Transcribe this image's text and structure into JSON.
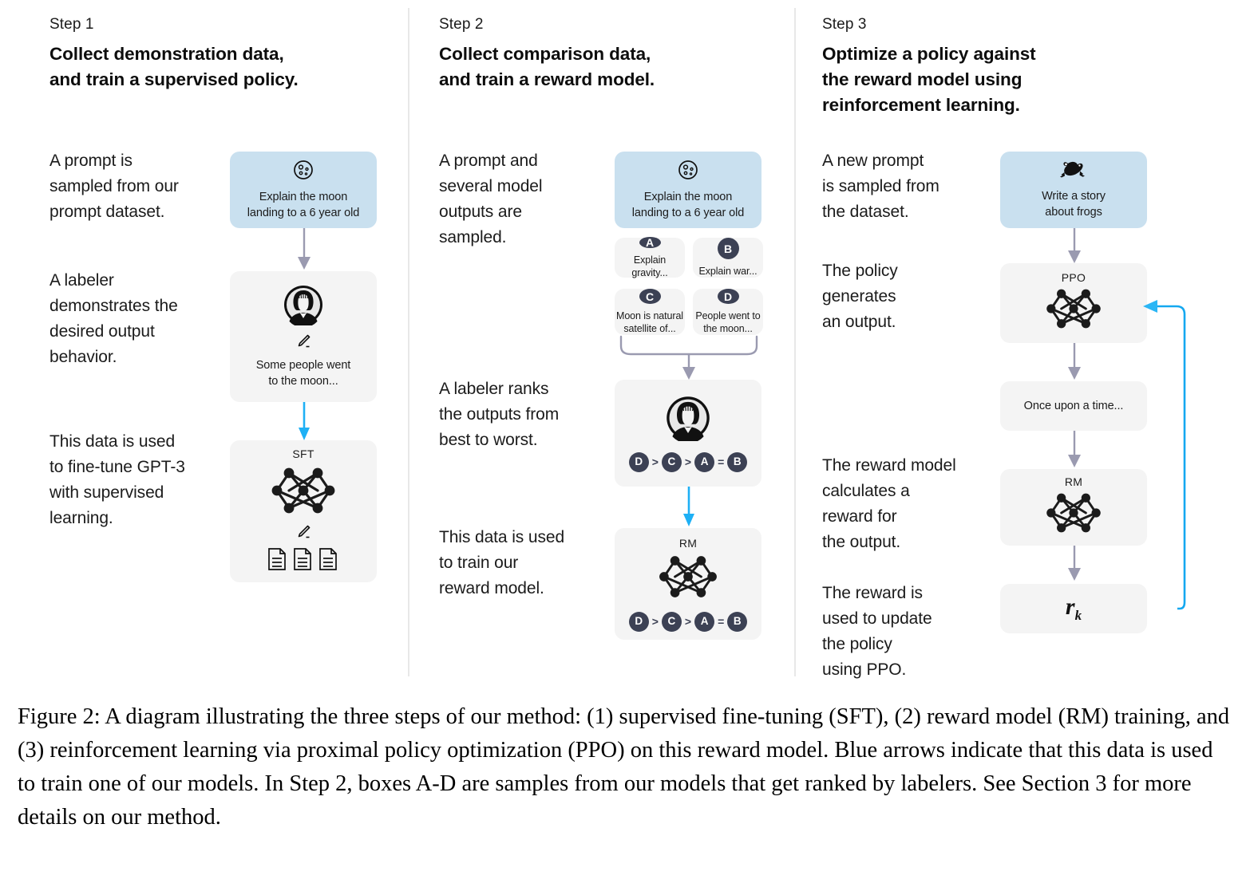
{
  "figure": {
    "caption": "Figure 2: A diagram illustrating the three steps of our method: (1) supervised fine-tuning (SFT), (2) reward model (RM) training, and (3) reinforcement learning via proximal policy optimization (PPO) on this reward model. Blue arrows indicate that this data is used to train one of our models. In Step 2, boxes A-D are samples from our models that get ranked by labelers. See Section 3 for more details on our method."
  },
  "colors": {
    "blue_box": "#c9e0ef",
    "gray_box": "#f4f4f4",
    "gray_arrow": "#9a9ab0",
    "blue_arrow": "#1eb0f5",
    "pill": "#3c4154",
    "divider": "#e8e8e8"
  },
  "steps": [
    {
      "label": "Step 1",
      "title": "Collect demonstration data,\nand train a supervised policy.",
      "notes": [
        "A prompt is\nsampled from our\nprompt dataset.",
        "A labeler\ndemonstrates the\ndesired output\nbehavior.",
        "This data is used\nto fine-tune GPT-3\nwith supervised\nlearning."
      ],
      "prompt_box": {
        "icon": "moon-icon",
        "text": "Explain the moon\nlanding to a 6 year old"
      },
      "labeler_box": {
        "icon": "labeler-avatar-icon",
        "pencil": "pencil-icon",
        "text": "Some people went\nto the moon..."
      },
      "model_box": {
        "caption": "SFT",
        "network": "neural-network-icon",
        "pencil": "pencil-icon",
        "docs": "documents-icon"
      }
    },
    {
      "label": "Step 2",
      "title": "Collect comparison data,\nand train a reward model.",
      "notes": [
        "A prompt and\nseveral model\noutputs are\nsampled.",
        "A labeler ranks\nthe outputs from\nbest to worst.",
        "This data is used\nto train our\nreward model."
      ],
      "prompt_box": {
        "icon": "moon-icon",
        "text": "Explain the moon\nlanding to a 6 year old"
      },
      "samples": [
        {
          "letter": "A",
          "text": "Explain gravity..."
        },
        {
          "letter": "B",
          "text": "Explain war..."
        },
        {
          "letter": "C",
          "text": "Moon is natural\nsatellite of..."
        },
        {
          "letter": "D",
          "text": "People went to\nthe moon..."
        }
      ],
      "ranking_box": {
        "icon": "labeler-avatar-icon",
        "ranking": [
          "D",
          ">",
          "C",
          ">",
          "A",
          "=",
          "B"
        ]
      },
      "reward_model_box": {
        "caption": "RM",
        "network": "neural-network-icon",
        "ranking": [
          "D",
          ">",
          "C",
          ">",
          "A",
          "=",
          "B"
        ]
      }
    },
    {
      "label": "Step 3",
      "title": "Optimize a policy against\nthe reward model using\nreinforcement learning.",
      "notes": [
        "A new prompt\nis sampled from\nthe dataset.",
        "The policy\ngenerates\nan output.",
        "The reward model\ncalculates a\nreward for\nthe output.",
        "The reward is\nused to update\nthe policy\nusing PPO."
      ],
      "prompt_box": {
        "icon": "frog-icon",
        "text": "Write a story\nabout frogs"
      },
      "ppo_box": {
        "caption": "PPO",
        "network": "neural-network-icon"
      },
      "output_box": {
        "text": "Once upon a time..."
      },
      "rm_box": {
        "caption": "RM",
        "network": "neural-network-icon"
      },
      "reward_box": {
        "symbol": "r",
        "subscript": "k"
      }
    }
  ]
}
